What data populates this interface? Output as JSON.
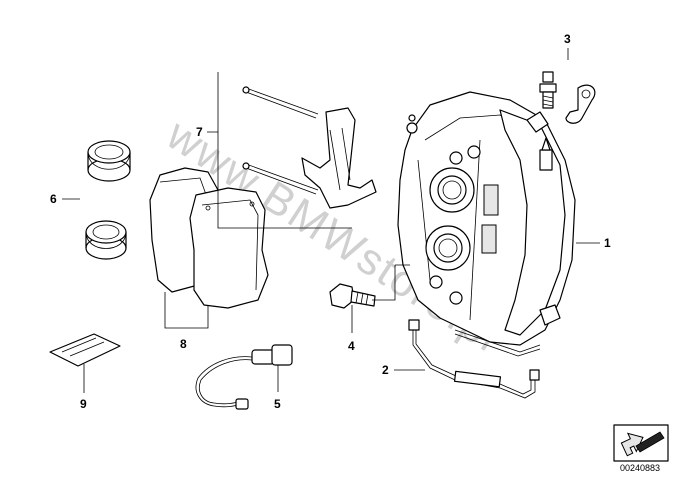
{
  "watermark": "www.BMWstore.pl",
  "callouts": {
    "c1": "1",
    "c2": "2",
    "c3": "3",
    "c4": "4",
    "c5": "5",
    "c6": "6",
    "c7": "7",
    "c8": "8",
    "c9": "9"
  },
  "reference_number": "00240883",
  "colors": {
    "line": "#000000",
    "background": "#ffffff",
    "watermark": "#d0d0d0"
  }
}
